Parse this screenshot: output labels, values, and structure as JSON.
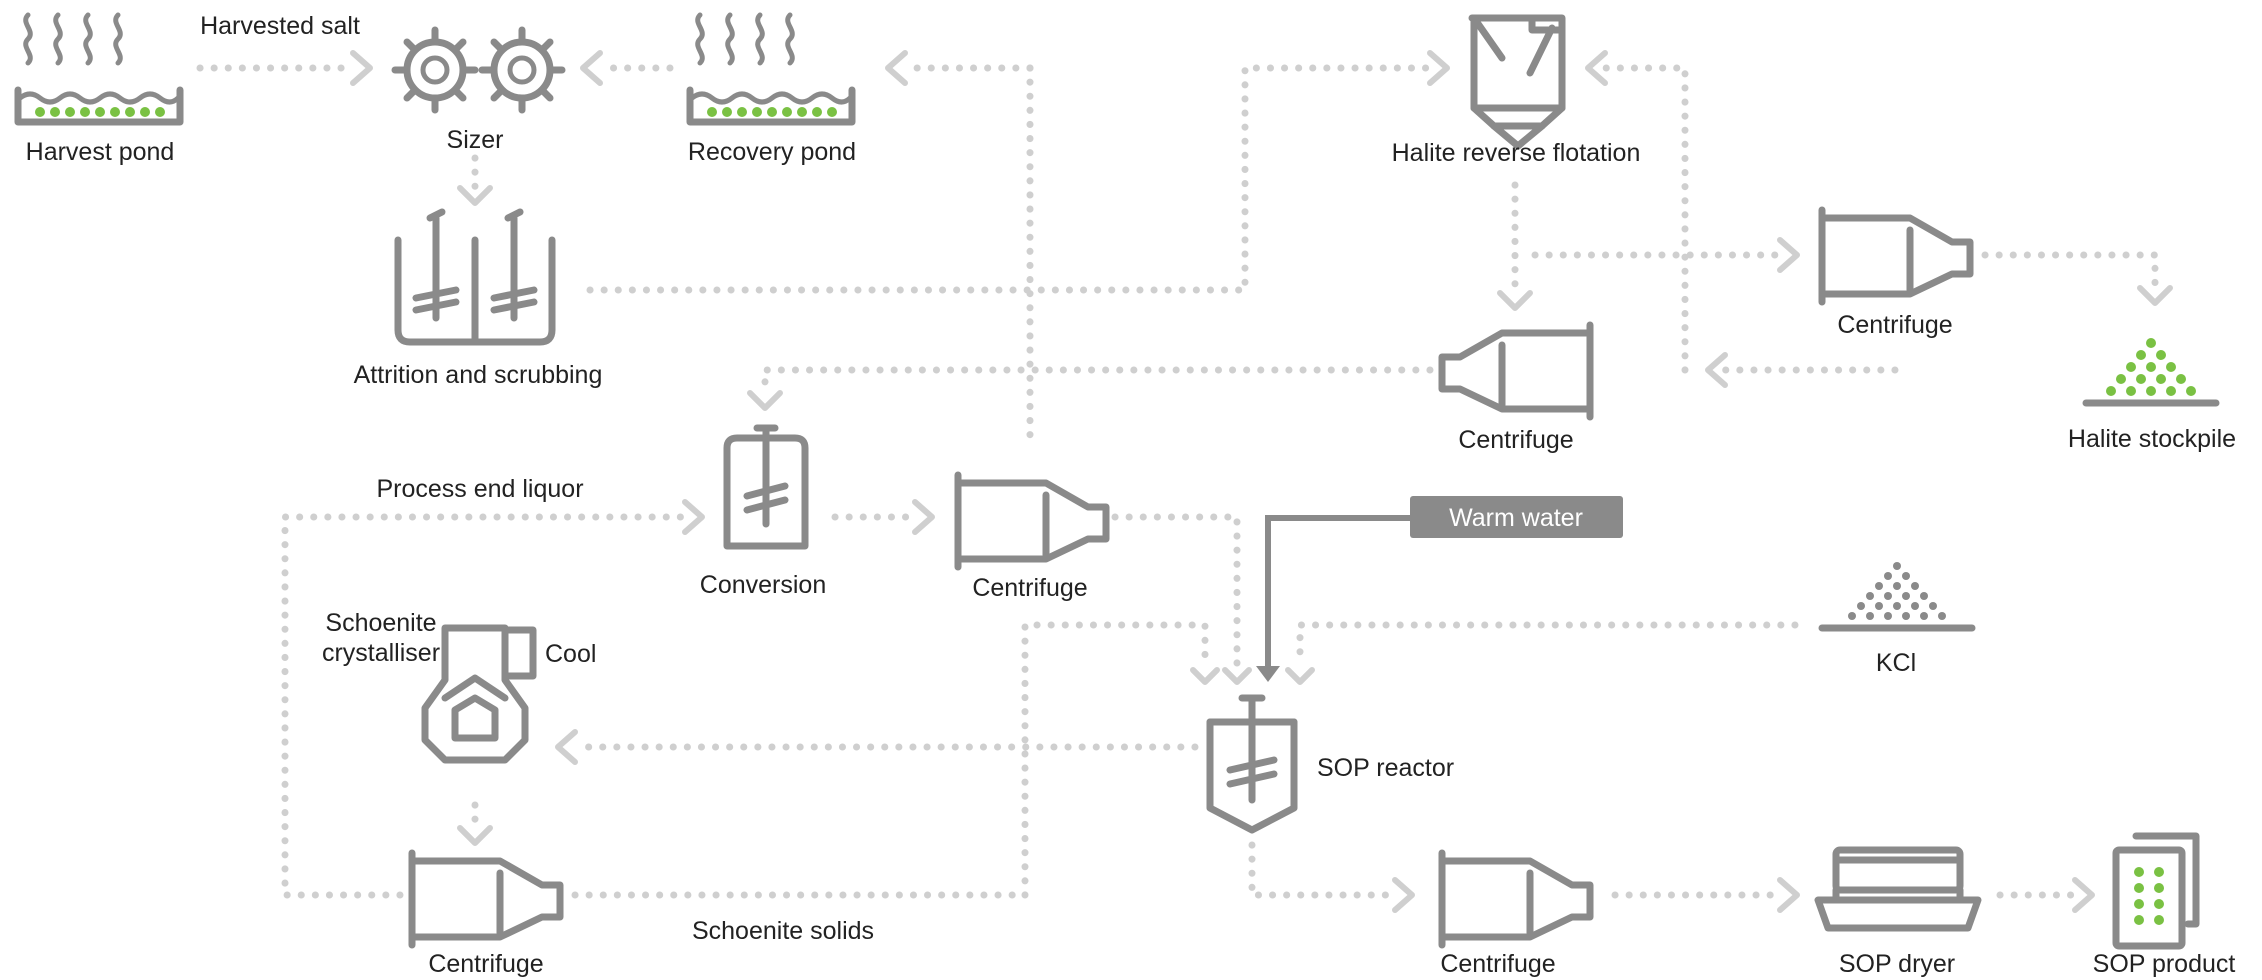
{
  "colors": {
    "equipment": "#8a8a8a",
    "flow": "#cfcfcf",
    "accent_green": "#7ac143",
    "label_box": "#8a8a8a",
    "text": "#222222"
  },
  "labels": {
    "harvest_pond": "Harvest pond",
    "harvested_salt": "Harvested salt",
    "sizer": "Sizer",
    "recovery_pond": "Recovery pond",
    "halite_reverse_flotation": "Halite reverse flotation",
    "attrition_and_scrubbing": "Attrition and scrubbing",
    "centrifuge": "Centrifuge",
    "halite_stockpile": "Halite stockpile",
    "process_end_liquor": "Process end liquor",
    "conversion": "Conversion",
    "warm_water": "Warm water",
    "schoenite_crystalliser_line1": "Schoenite",
    "schoenite_crystalliser_line2": "crystalliser",
    "cool": "Cool",
    "kcl": "KCl",
    "sop_reactor": "SOP reactor",
    "schoenite_solids": "Schoenite solids",
    "sop_dryer": "SOP dryer",
    "sop_product": "SOP product"
  },
  "icons": [
    "pond-icon",
    "gears-icon",
    "tank-icon",
    "agitator-icon",
    "flotation-cell-icon",
    "centrifuge-icon",
    "stockpile-icon",
    "crystalliser-icon",
    "reactor-icon",
    "dryer-icon",
    "product-bags-icon"
  ]
}
